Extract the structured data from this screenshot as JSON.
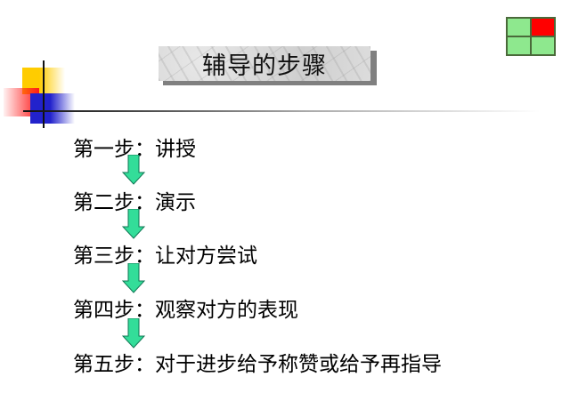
{
  "slide": {
    "title": "辅导的步骤",
    "steps": [
      {
        "label": "第一步：",
        "text": "讲授"
      },
      {
        "label": "第二步：",
        "text": "演示"
      },
      {
        "label": "第三步：",
        "text": "让对方尝试"
      },
      {
        "label": "第四步：",
        "text": "观察对方的表现"
      },
      {
        "label": "第五步：",
        "text": "对于进步给予称赞或给予再指导"
      }
    ],
    "colors": {
      "arrow": "#33dd99",
      "arrow_outline": "#117755",
      "grid_green": "#8ee88e",
      "grid_red": "#ff0000"
    }
  }
}
